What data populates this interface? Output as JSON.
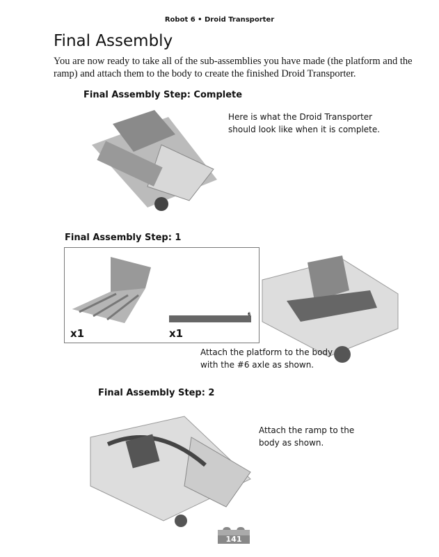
{
  "header": "Robot 6 • Droid Transporter",
  "title": "Final Assembly",
  "intro": "You are now ready to take all of the sub-assemblies you have made (the platform and the ramp) and attach them to the body to create the finished Droid Transporter.",
  "steps": [
    {
      "label": "Final Assembly Step: Complete",
      "caption_lines": [
        "Here is what the Droid Transporter",
        "should look like when it is complete."
      ]
    },
    {
      "label": "Final Assembly Step: 1",
      "parts": [
        {
          "qty": "x1"
        },
        {
          "qty": "x1",
          "length": "6"
        }
      ],
      "caption_lines": [
        "Attach the platform to the body",
        "with the #6 axle as shown."
      ]
    },
    {
      "label": "Final Assembly Step: 2",
      "caption_lines": [
        "Attach the ramp to the",
        "body as shown."
      ]
    }
  ],
  "page_number": "141"
}
